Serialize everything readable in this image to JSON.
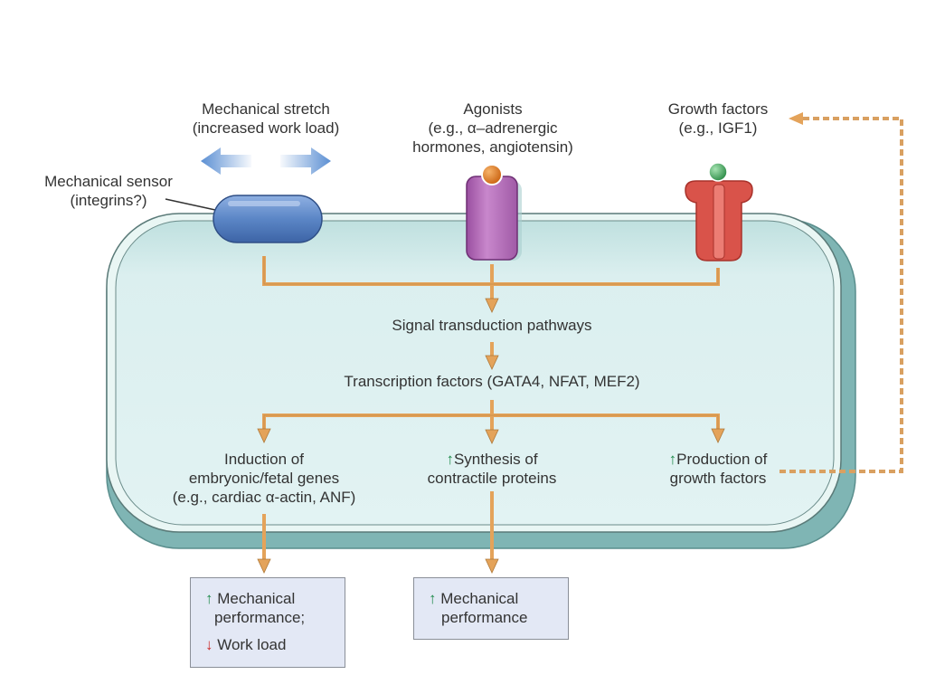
{
  "colors": {
    "cell_fill": "#dff1f1",
    "cell_outer": "#7fb5b4",
    "arrow": "#e4a35a",
    "sensor_blue": "#5b86c6",
    "receptor_purple": "#b16bb6",
    "receptor_red": "#d9534a",
    "ligand_orange": "#e07a1f",
    "ligand_green": "#3fa55a",
    "up_arrow": "#1e8a4a",
    "down_arrow": "#cc2b2b",
    "outcome_box": "#e3e8f5"
  },
  "stimuli": {
    "stretch": {
      "line1": "Mechanical stretch",
      "line2": "(increased work load)"
    },
    "agonists": {
      "line1": "Agonists",
      "line2": "(e.g., α–adrenergic",
      "line3": "hormones, angiotensin)"
    },
    "growth": {
      "line1": "Growth factors",
      "line2": "(e.g., IGF1)"
    }
  },
  "sensor": {
    "line1": "Mechanical sensor",
    "line2": "(integrins?)"
  },
  "pathway": {
    "signal": "Signal transduction pathways",
    "transcription": "Transcription factors (GATA4, NFAT, MEF2)"
  },
  "effects": {
    "induction": {
      "line1": "Induction of",
      "line2": "embryonic/fetal genes",
      "line3": "(e.g., cardiac α-actin, ANF)"
    },
    "synthesis": {
      "arrow": "↑",
      "line1": "Synthesis of",
      "line2": "contractile proteins"
    },
    "production": {
      "arrow": "↑",
      "line1": "Production of",
      "line2": "growth factors"
    }
  },
  "outcomes": {
    "left": {
      "up_arrow": "↑",
      "line1": "Mechanical",
      "line2": "performance;",
      "down_arrow": "↓",
      "line3": "Work load"
    },
    "middle": {
      "up_arrow": "↑",
      "line1": "Mechanical",
      "line2": "performance"
    }
  }
}
